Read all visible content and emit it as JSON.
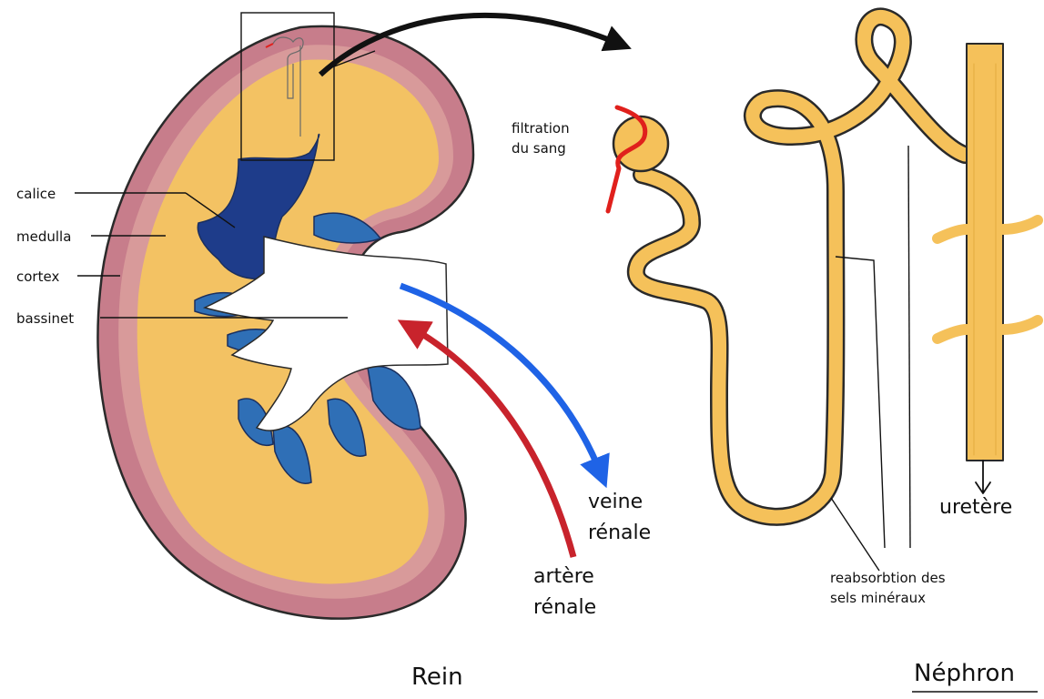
{
  "colors": {
    "cortex_tan": "#f3c263",
    "capsule_pink": "#c77d8b",
    "capsule_light": "#d89a9a",
    "medulla_blue": "#2f6fb6",
    "calice_navy": "#1e3c8a",
    "outline": "#2a2a2a",
    "vein_arrow": "#1f63e6",
    "artery_arrow": "#c8232c",
    "blood_red": "#e0201c",
    "nephron_fill": "#f5c15a"
  },
  "kidney_labels": {
    "calice": "calice",
    "medulla": "medulla",
    "cortex": "cortex",
    "bassinet": "bassinet"
  },
  "vessels": {
    "veine_line1": "veine",
    "veine_line2": "rénale",
    "artere_line1": "artère",
    "artere_line2": "rénale"
  },
  "nephron_labels": {
    "filtration_line1": "filtration",
    "filtration_line2": "du sang",
    "reabsorption_line1": "reabsorbtion des",
    "reabsorption_line2": "sels minéraux",
    "uretere": "uretère"
  },
  "captions": {
    "rein": "Rein",
    "nephron": "Néphron"
  }
}
